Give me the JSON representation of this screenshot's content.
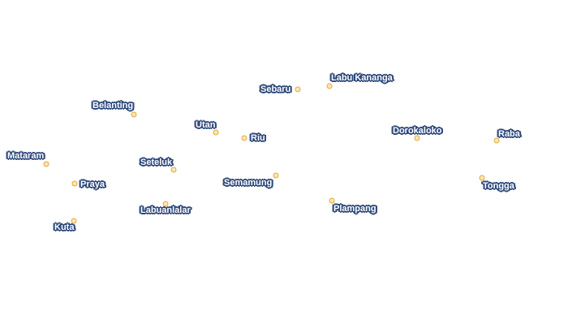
{
  "map": {
    "places": [
      {
        "name": "Sebaru"
      },
      {
        "name": "Labu Kananga"
      },
      {
        "name": "Belanting"
      },
      {
        "name": "Utan"
      },
      {
        "name": "Riu"
      },
      {
        "name": "Dorokaloko"
      },
      {
        "name": "Raba"
      },
      {
        "name": "Mataram"
      },
      {
        "name": "Seteluk"
      },
      {
        "name": "Praya"
      },
      {
        "name": "Semamung"
      },
      {
        "name": "Tongga"
      },
      {
        "name": "Plampang"
      },
      {
        "name": "Labuanlalar"
      },
      {
        "name": "Kuta"
      }
    ],
    "marker_fill": "#fbe6b4",
    "marker_stroke": "#e2a93a",
    "label_halo": "#2f4a7c"
  }
}
